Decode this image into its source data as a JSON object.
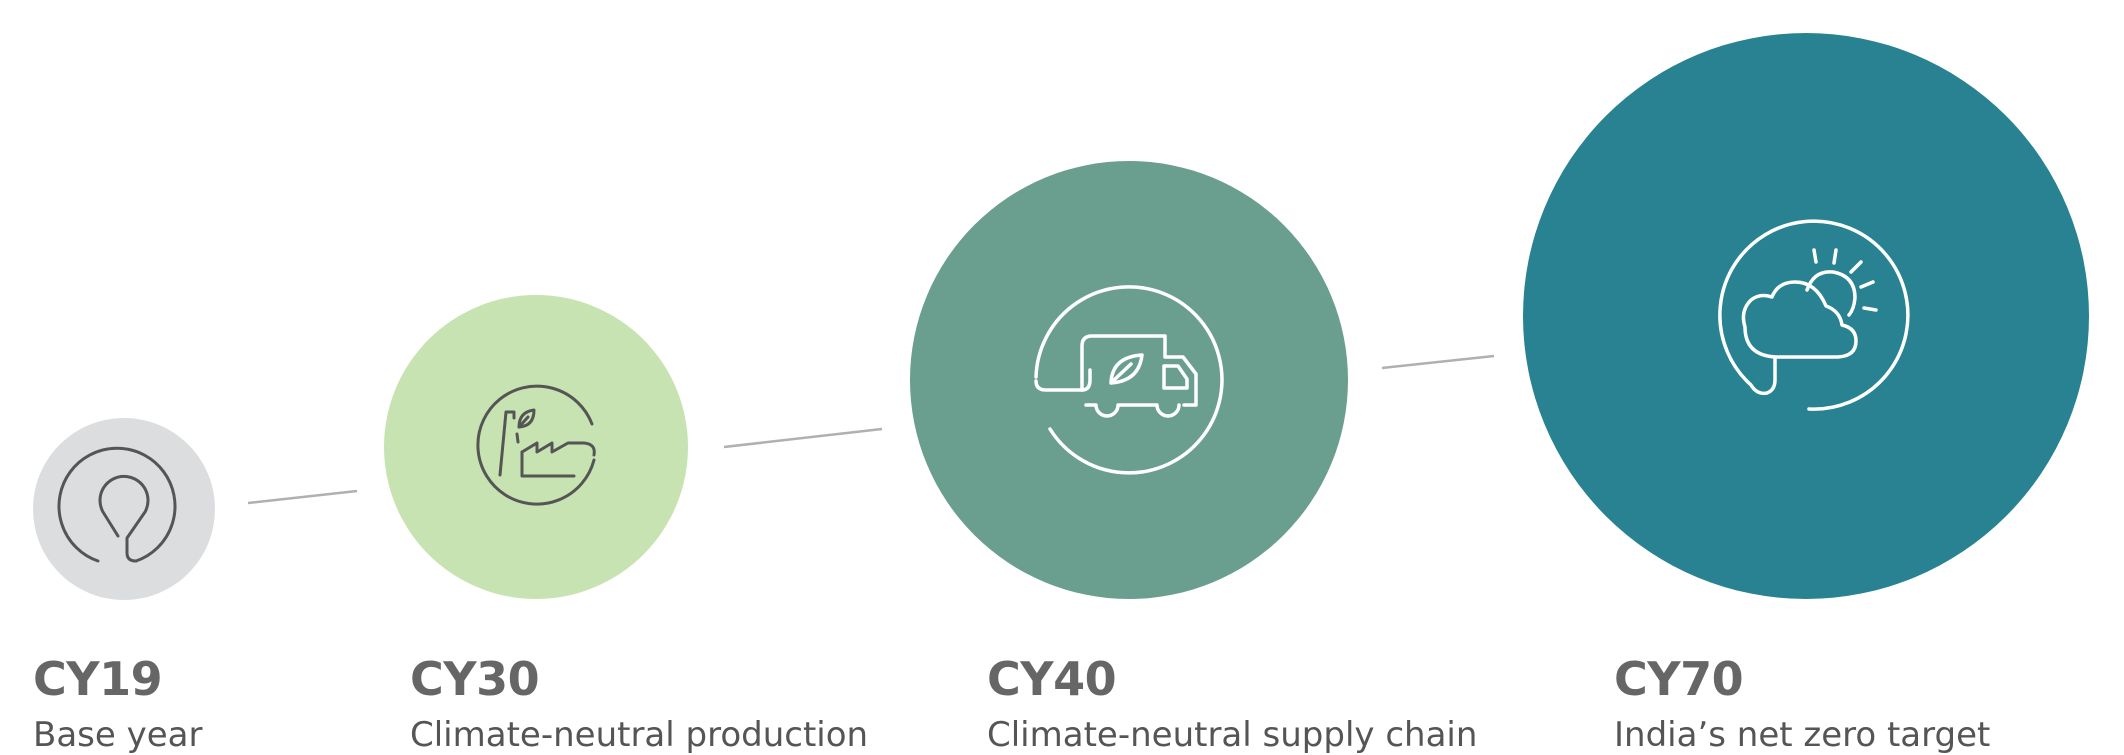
{
  "colors": {
    "connector": "#b0b0b0",
    "milestone_1": "#dcdddf",
    "milestone_2": "#c8e3b2",
    "milestone_3": "#6a9f90",
    "milestone_4": "#288291",
    "icon_dark": "#555555",
    "icon_light": "#ffffff"
  },
  "milestones": [
    {
      "year": "CY19",
      "caption": "Base year",
      "icon": "location-pin-icon"
    },
    {
      "year": "CY30",
      "caption": "Climate-neutral production",
      "icon": "green-factory-icon"
    },
    {
      "year": "CY40",
      "caption": "Climate-neutral supply chain",
      "icon": "green-truck-icon"
    },
    {
      "year": "CY70",
      "caption": "India’s net zero target",
      "icon": "cloud-sun-icon"
    }
  ]
}
